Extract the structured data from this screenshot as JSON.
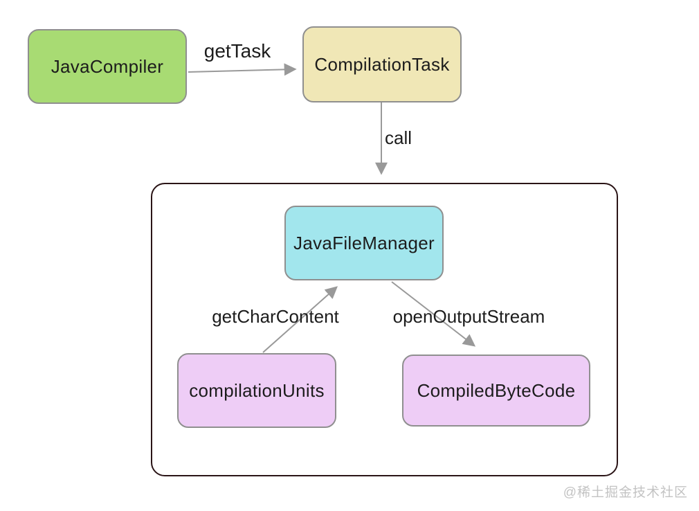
{
  "diagram_type": "flowchart",
  "nodes": {
    "java_compiler": {
      "label": "JavaCompiler",
      "fill": "#a8db73"
    },
    "compilation_task": {
      "label": "CompilationTask",
      "fill": "#f0e7b6"
    },
    "java_file_manager": {
      "label": "JavaFileManager",
      "fill": "#a2e6ed"
    },
    "compilation_units": {
      "label": "compilationUnits",
      "fill": "#eecdf6"
    },
    "compiled_byte_code": {
      "label": "CompiledByteCode",
      "fill": "#eecdf6"
    }
  },
  "edges": {
    "get_task": {
      "label": "getTask",
      "from": "java_compiler",
      "to": "compilation_task"
    },
    "call": {
      "label": "call",
      "from": "compilation_task",
      "to": "container"
    },
    "get_char_content": {
      "label": "getCharContent",
      "from": "compilation_units",
      "to": "java_file_manager"
    },
    "open_output_stream": {
      "label": "openOutputStream",
      "from": "java_file_manager",
      "to": "compiled_byte_code"
    }
  },
  "colors": {
    "node_border": "#8f8f8f",
    "container_border": "#2a1416",
    "arrow": "#999999",
    "text": "#1c1c1c",
    "watermark": "#c3c3c3",
    "background": "#ffffff"
  },
  "watermark": "@稀土掘金技术社区"
}
